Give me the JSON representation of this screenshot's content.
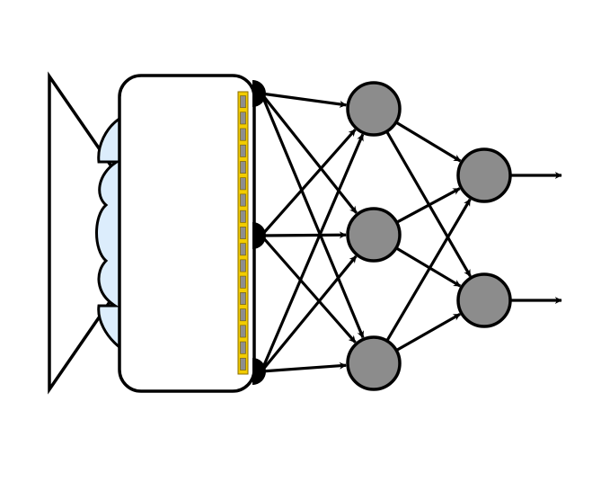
{
  "diagram": {
    "stroke_color": "#000000",
    "background_color": "#ffffff",
    "lens_fill": "#dcedfc",
    "sensor_strip_fill": "#f2cc00",
    "sensor_cell_fill": "#8e8e8e",
    "neuron_fill": "#8c8c8c",
    "connector_fill": "#000000",
    "sensor_cell_count": 17,
    "layers": [
      {
        "name": "input-connectors",
        "count": 3
      },
      {
        "name": "hidden-layer",
        "count": 3
      },
      {
        "name": "output-layer",
        "count": 2
      }
    ],
    "connections": "fully-connected"
  }
}
